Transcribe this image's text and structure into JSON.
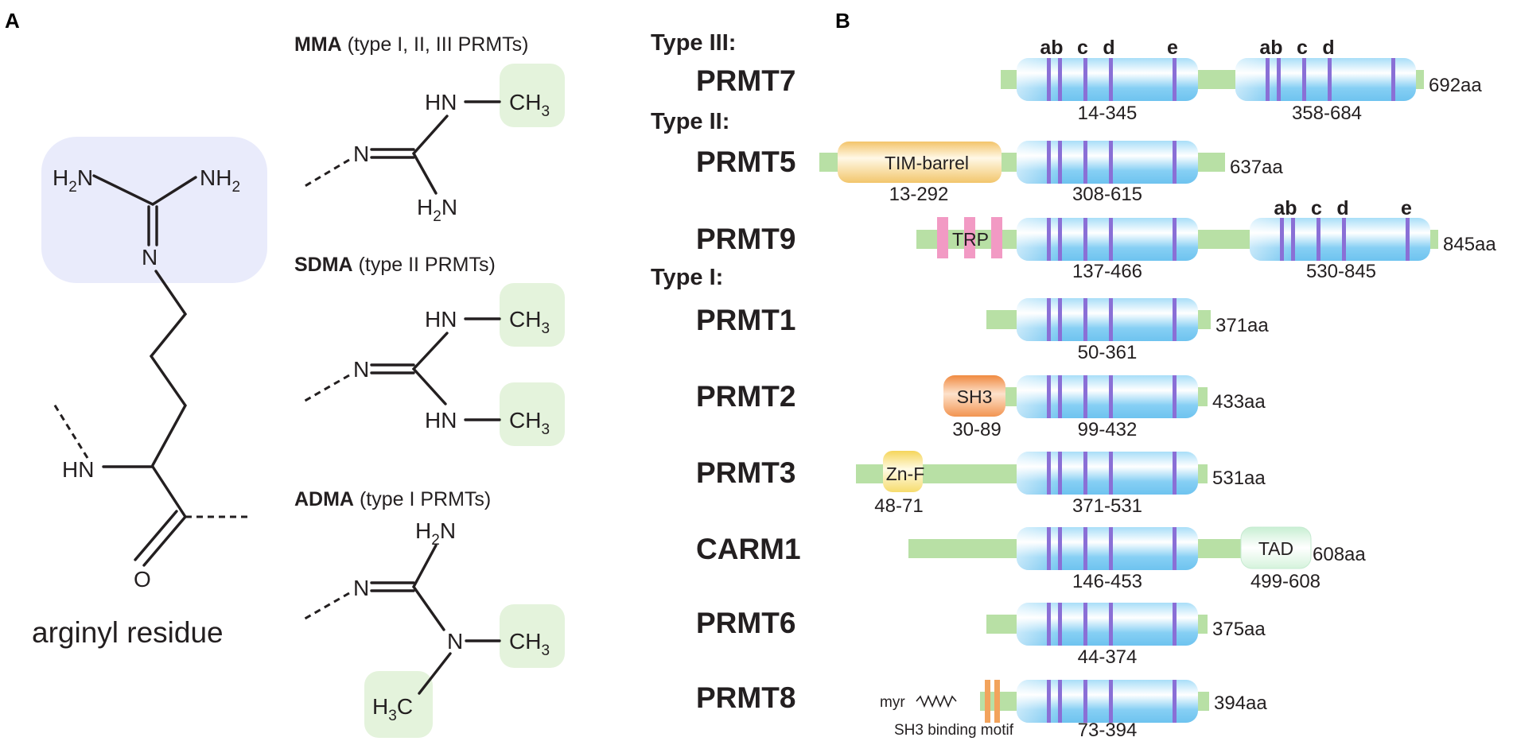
{
  "panel_a": {
    "letter": "A",
    "arginyl": {
      "caption": "arginyl residue",
      "h2n_left": {
        "main": "H",
        "sub": "2",
        "tail": "N"
      },
      "nh2_right": {
        "main": "NH",
        "sub": "2"
      },
      "n_imine": "N",
      "hn": "HN",
      "o": "O"
    },
    "mma": {
      "bold": "MMA",
      "rest": " (type I, II, III PRMTs)",
      "hn": "HN",
      "n": "N",
      "h2n": {
        "main": "H",
        "sub": "2",
        "tail": "N"
      },
      "ch3": {
        "main": "CH",
        "sub": "3"
      }
    },
    "sdma": {
      "bold": "SDMA",
      "rest": " (type II PRMTs)",
      "hn_top": "HN",
      "hn_bottom": "HN",
      "n": "N",
      "ch3_top": {
        "main": "CH",
        "sub": "3"
      },
      "ch3_bottom": {
        "main": "CH",
        "sub": "3"
      }
    },
    "adma": {
      "bold": "ADMA",
      "rest": " (type I PRMTs)",
      "h2n": {
        "main": "H",
        "sub": "2",
        "tail": "N"
      },
      "n_left": "N",
      "n_center": "N",
      "ch3": {
        "main": "CH",
        "sub": "3"
      },
      "h3c": {
        "main": "H",
        "sub": "3",
        "tail": "C"
      }
    }
  },
  "panel_b": {
    "letter": "B",
    "type_headers": {
      "type3": "Type III:",
      "type2": "Type II:",
      "type1": "Type I:"
    },
    "motif_letters": [
      "ab",
      "c",
      "d",
      "e"
    ],
    "proteins": [
      {
        "name": "PRMT7",
        "length": "692aa",
        "domains": [
          "14-345",
          "358-684"
        ]
      },
      {
        "name": "PRMT5",
        "length": "637aa",
        "domains": [
          "308-615"
        ],
        "extra": {
          "label": "TIM-barrel",
          "range": "13-292"
        }
      },
      {
        "name": "PRMT9",
        "length": "845aa",
        "domains": [
          "137-466",
          "530-845"
        ],
        "extra": {
          "label": "TRP"
        }
      },
      {
        "name": "PRMT1",
        "length": "371aa",
        "domains": [
          "50-361"
        ]
      },
      {
        "name": "PRMT2",
        "length": "433aa",
        "domains": [
          "99-432"
        ],
        "extra": {
          "label": "SH3",
          "range": "30-89"
        }
      },
      {
        "name": "PRMT3",
        "length": "531aa",
        "domains": [
          "371-531"
        ],
        "extra": {
          "label": "Zn-F",
          "range": "48-71"
        }
      },
      {
        "name": "CARM1",
        "length": "608aa",
        "domains": [
          "146-453"
        ],
        "extra": {
          "label": "TAD",
          "range": "499-608"
        }
      },
      {
        "name": "PRMT6",
        "length": "375aa",
        "domains": [
          "44-374"
        ]
      },
      {
        "name": "PRMT8",
        "length": "394aa",
        "domains": [
          "73-394"
        ],
        "extra": {
          "myr": "myr",
          "label": "SH3 binding motif"
        }
      }
    ]
  },
  "colors": {
    "backbone": "#b8e0a5",
    "core_domain": "#7ccbf2",
    "motif_band": "#8a6fd6",
    "tim_barrel": "#f6d98a",
    "trp": "#f29ac4",
    "sh3": "#f4a86a",
    "znf": "#f9e58c",
    "tad": "#dff6e4",
    "sh3_motif": "#f2a35c",
    "residue_highlight": "#e9ebfb",
    "methyl_highlight": "#e4f3dc",
    "text": "#231f20"
  }
}
